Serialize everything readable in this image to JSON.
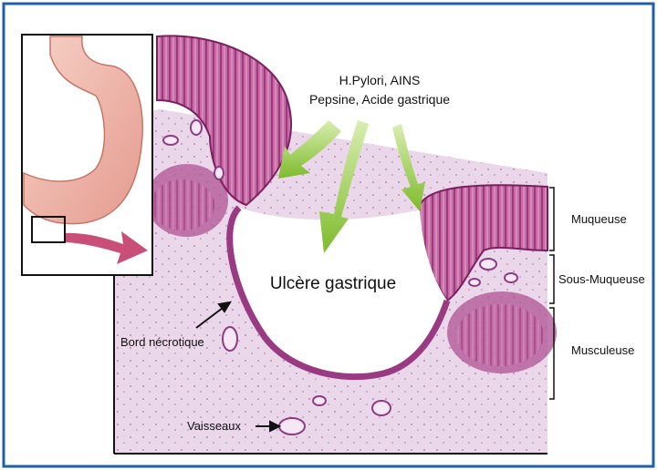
{
  "causes": {
    "line1": "H.Pylori, AINS",
    "line2": "Pepsine, Acide gastrique"
  },
  "ulcer_label": "Ulcère gastrique",
  "necrotic_edge_label": "Bord nécrotique",
  "vessels_label": "Vaisseaux",
  "layers": {
    "mucosa": "Muqueuse",
    "submucosa": "Sous-Muqueuse",
    "muscularis": "Musculeuse"
  },
  "colors": {
    "frame_border": "#1f5fa8",
    "tissue": "#ead7ea",
    "mucosa": "#b24d8e",
    "green_arrow": "#8cc63f",
    "pink_arrow": "#c94f78"
  }
}
